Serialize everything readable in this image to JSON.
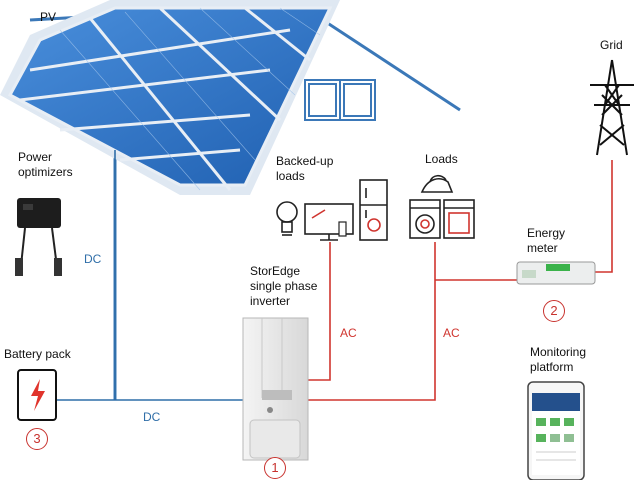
{
  "labels": {
    "pv": "PV",
    "grid": "Grid",
    "power_optimizers_line1": "Power",
    "power_optimizers_line2": "optimizers",
    "backed_up_loads_line1": "Backed-up",
    "backed_up_loads_line2": "loads",
    "loads": "Loads",
    "energy_meter_line1": "Energy",
    "energy_meter_line2": "meter",
    "inverter_line1": "StorEdge",
    "inverter_line2": "single phase",
    "inverter_line3": "inverter",
    "battery_pack": "Battery pack",
    "monitoring_line1": "Monitoring",
    "monitoring_line2": "platform",
    "dc_upper": "DC",
    "dc_lower": "DC",
    "ac_left": "AC",
    "ac_right": "AC"
  },
  "markers": {
    "inverter": "1",
    "energy_meter": "2",
    "battery": "3"
  },
  "colors": {
    "dc_line": "#2f6ea8",
    "ac_line": "#d0352f",
    "house_outline": "#3b78b8",
    "panel_blue": "#2f6fc0",
    "battery_bolt": "#e0342c"
  }
}
